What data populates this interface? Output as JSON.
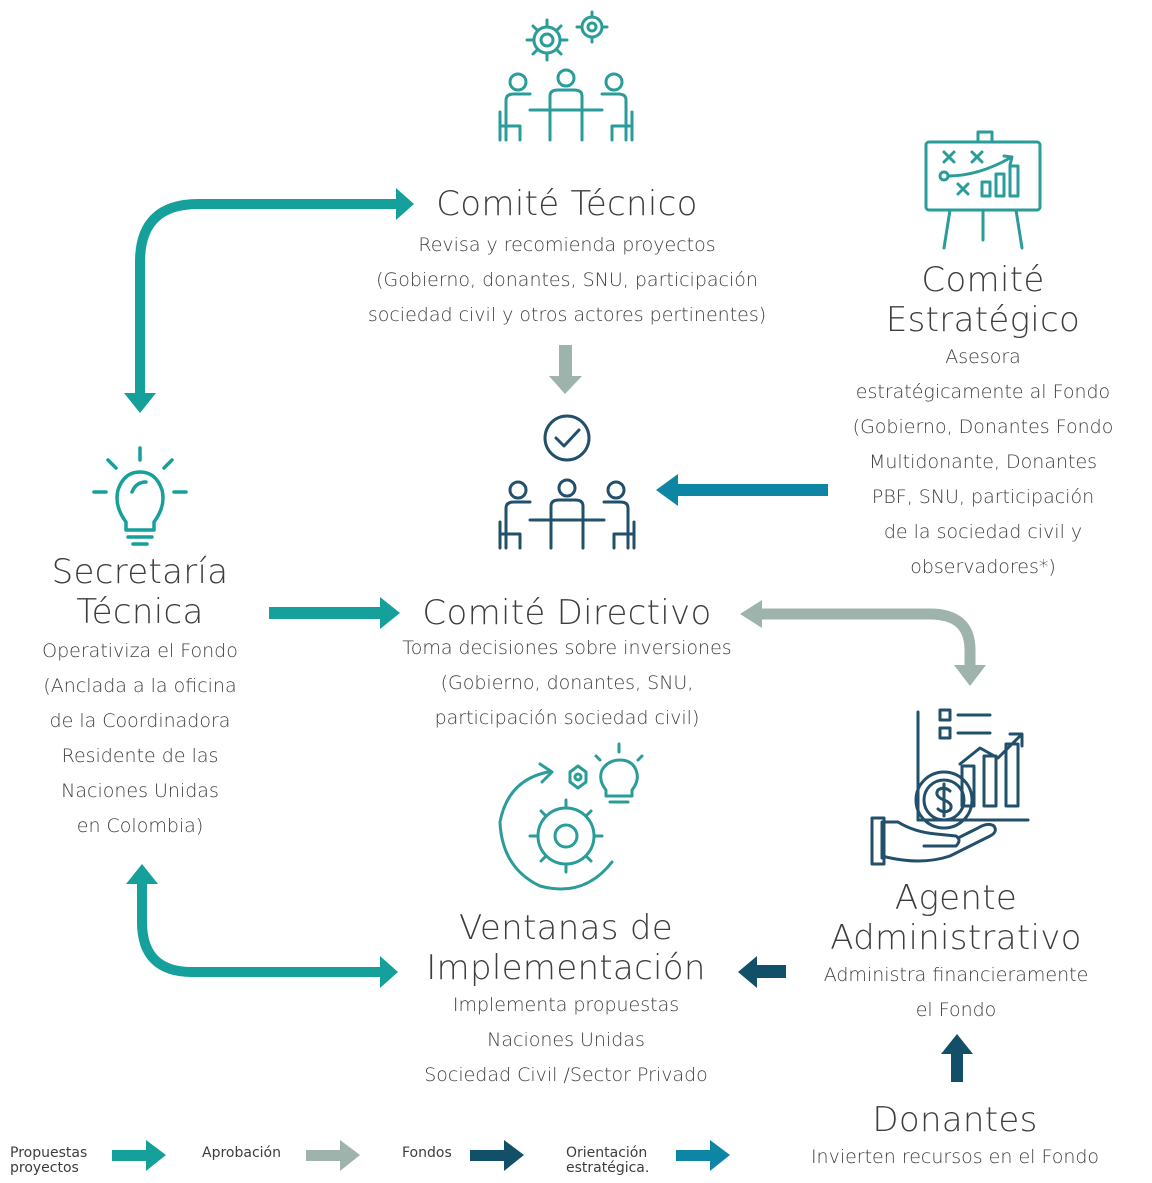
{
  "colors": {
    "teal": "#15a09c",
    "gray_green": "#9db3ab",
    "navy": "#12506a",
    "blue": "#0d86a5",
    "icon_teal": "#2a9d9a",
    "icon_navy": "#22506b"
  },
  "nodes": {
    "comite_tecnico": {
      "icon": "gears-meeting-icon",
      "title": "Comité Técnico",
      "lines": [
        "Revisa y recomienda proyectos",
        "(Gobierno, donantes, SNU, participación",
        "sociedad civil y otros actores pertinentes)"
      ]
    },
    "comite_estrategico": {
      "icon": "strategy-board-icon",
      "title_lines": [
        "Comité",
        "Estratégico"
      ],
      "lines": [
        "Asesora",
        "estratégicamente al Fondo",
        "(Gobierno, Donantes Fondo",
        "Multidonante, Donantes",
        "PBF, SNU, participación",
        "de la sociedad civil y",
        "observadores*)"
      ]
    },
    "secretaria_tecnica": {
      "icon": "lightbulb-icon",
      "title_lines": [
        "Secretaría",
        "Técnica"
      ],
      "lines": [
        "Operativiza el Fondo",
        "(Anclada a la oficina",
        "de la Coordinadora",
        "Residente de las",
        "Naciones Unidas",
        "en Colombia)"
      ]
    },
    "comite_directivo": {
      "icon": "approval-meeting-icon",
      "title": "Comité Directivo",
      "lines": [
        "Toma decisiones sobre inversiones",
        "(Gobierno, donantes, SNU,",
        "participación sociedad civil)"
      ]
    },
    "agente_administrativo": {
      "icon": "finance-growth-icon",
      "title_lines": [
        "Agente",
        "Administrativo"
      ],
      "lines": [
        "Administra financieramente",
        "el Fondo"
      ]
    },
    "ventanas": {
      "icon": "gear-innovation-icon",
      "title_lines": [
        "Ventanas de",
        "Implementación"
      ],
      "lines": [
        "Implementa propuestas",
        "Naciones Unidas",
        "Sociedad Civil /Sector Privado"
      ]
    },
    "donantes": {
      "title": "Donantes",
      "lines": [
        "Invierten recursos en el Fondo"
      ]
    }
  },
  "legend": [
    {
      "lines": [
        "Propuestas",
        "proyectos"
      ],
      "color": "#15a09c"
    },
    {
      "lines": [
        "Aprobación"
      ],
      "color": "#9db3ab"
    },
    {
      "lines": [
        "Fondos"
      ],
      "color": "#12506a"
    },
    {
      "lines": [
        "Orientación",
        "estratégica."
      ],
      "color": "#0d86a5"
    }
  ]
}
